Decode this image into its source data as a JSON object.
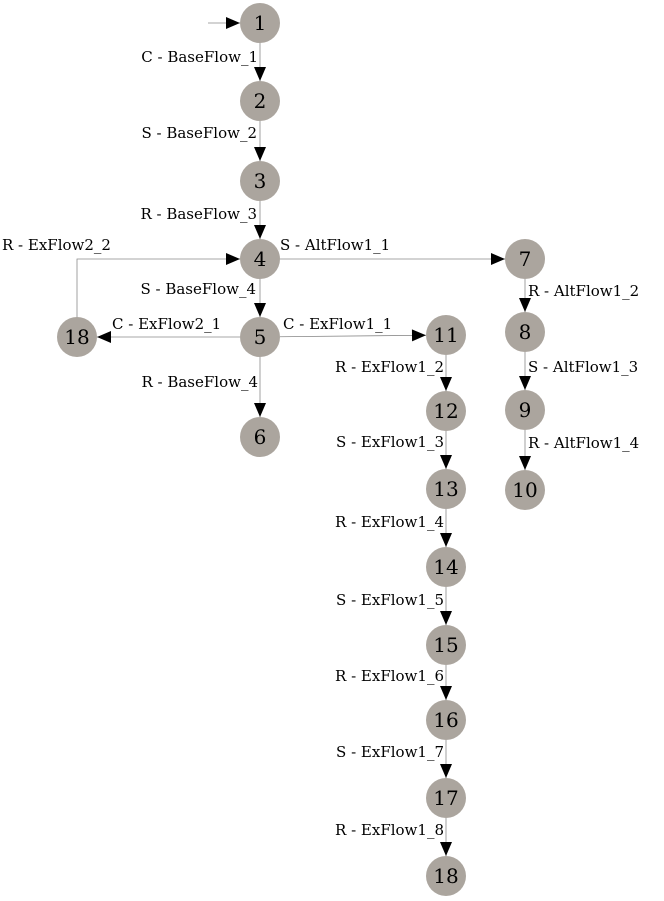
{
  "diagram": {
    "type": "flow-graph",
    "colors": {
      "node_fill": "#aba59e",
      "edge": "#8a8a8a",
      "arrow": "#000000",
      "text": "#000000"
    },
    "nodes": [
      {
        "id": "n1",
        "label": "1"
      },
      {
        "id": "n2",
        "label": "2"
      },
      {
        "id": "n3",
        "label": "3"
      },
      {
        "id": "n4",
        "label": "4"
      },
      {
        "id": "n5",
        "label": "5"
      },
      {
        "id": "n6",
        "label": "6"
      },
      {
        "id": "n7",
        "label": "7"
      },
      {
        "id": "n8",
        "label": "8"
      },
      {
        "id": "n9",
        "label": "9"
      },
      {
        "id": "n10",
        "label": "10"
      },
      {
        "id": "n11",
        "label": "11"
      },
      {
        "id": "n12",
        "label": "12"
      },
      {
        "id": "n13",
        "label": "13"
      },
      {
        "id": "n14",
        "label": "14"
      },
      {
        "id": "n15",
        "label": "15"
      },
      {
        "id": "n16",
        "label": "16"
      },
      {
        "id": "n17",
        "label": "17"
      },
      {
        "id": "n18a",
        "label": "18"
      },
      {
        "id": "n18b",
        "label": "18"
      }
    ],
    "edges": [
      {
        "from": "start",
        "to": "n1",
        "label": ""
      },
      {
        "from": "n1",
        "to": "n2",
        "label": "C - BaseFlow_1"
      },
      {
        "from": "n2",
        "to": "n3",
        "label": "S - BaseFlow_2"
      },
      {
        "from": "n3",
        "to": "n4",
        "label": "R - BaseFlow_3"
      },
      {
        "from": "n4",
        "to": "n7",
        "label": "S - AltFlow1_1"
      },
      {
        "from": "n4",
        "to": "n5",
        "label": "S - BaseFlow_4"
      },
      {
        "from": "n18a",
        "to": "n4",
        "label": "R - ExFlow2_2"
      },
      {
        "from": "n5",
        "to": "n18a",
        "label": "C - ExFlow2_1"
      },
      {
        "from": "n5",
        "to": "n11",
        "label": "C - ExFlow1_1"
      },
      {
        "from": "n5",
        "to": "n6",
        "label": "R - BaseFlow_4"
      },
      {
        "from": "n7",
        "to": "n8",
        "label": "R - AltFlow1_2"
      },
      {
        "from": "n8",
        "to": "n9",
        "label": "S - AltFlow1_3"
      },
      {
        "from": "n9",
        "to": "n10",
        "label": "R - AltFlow1_4"
      },
      {
        "from": "n11",
        "to": "n12",
        "label": "R - ExFlow1_2"
      },
      {
        "from": "n12",
        "to": "n13",
        "label": "S - ExFlow1_3"
      },
      {
        "from": "n13",
        "to": "n14",
        "label": "R - ExFlow1_4"
      },
      {
        "from": "n14",
        "to": "n15",
        "label": "S - ExFlow1_5"
      },
      {
        "from": "n15",
        "to": "n16",
        "label": "R - ExFlow1_6"
      },
      {
        "from": "n16",
        "to": "n17",
        "label": "S - ExFlow1_7"
      },
      {
        "from": "n17",
        "to": "n18b",
        "label": "R - ExFlow1_8"
      }
    ]
  }
}
